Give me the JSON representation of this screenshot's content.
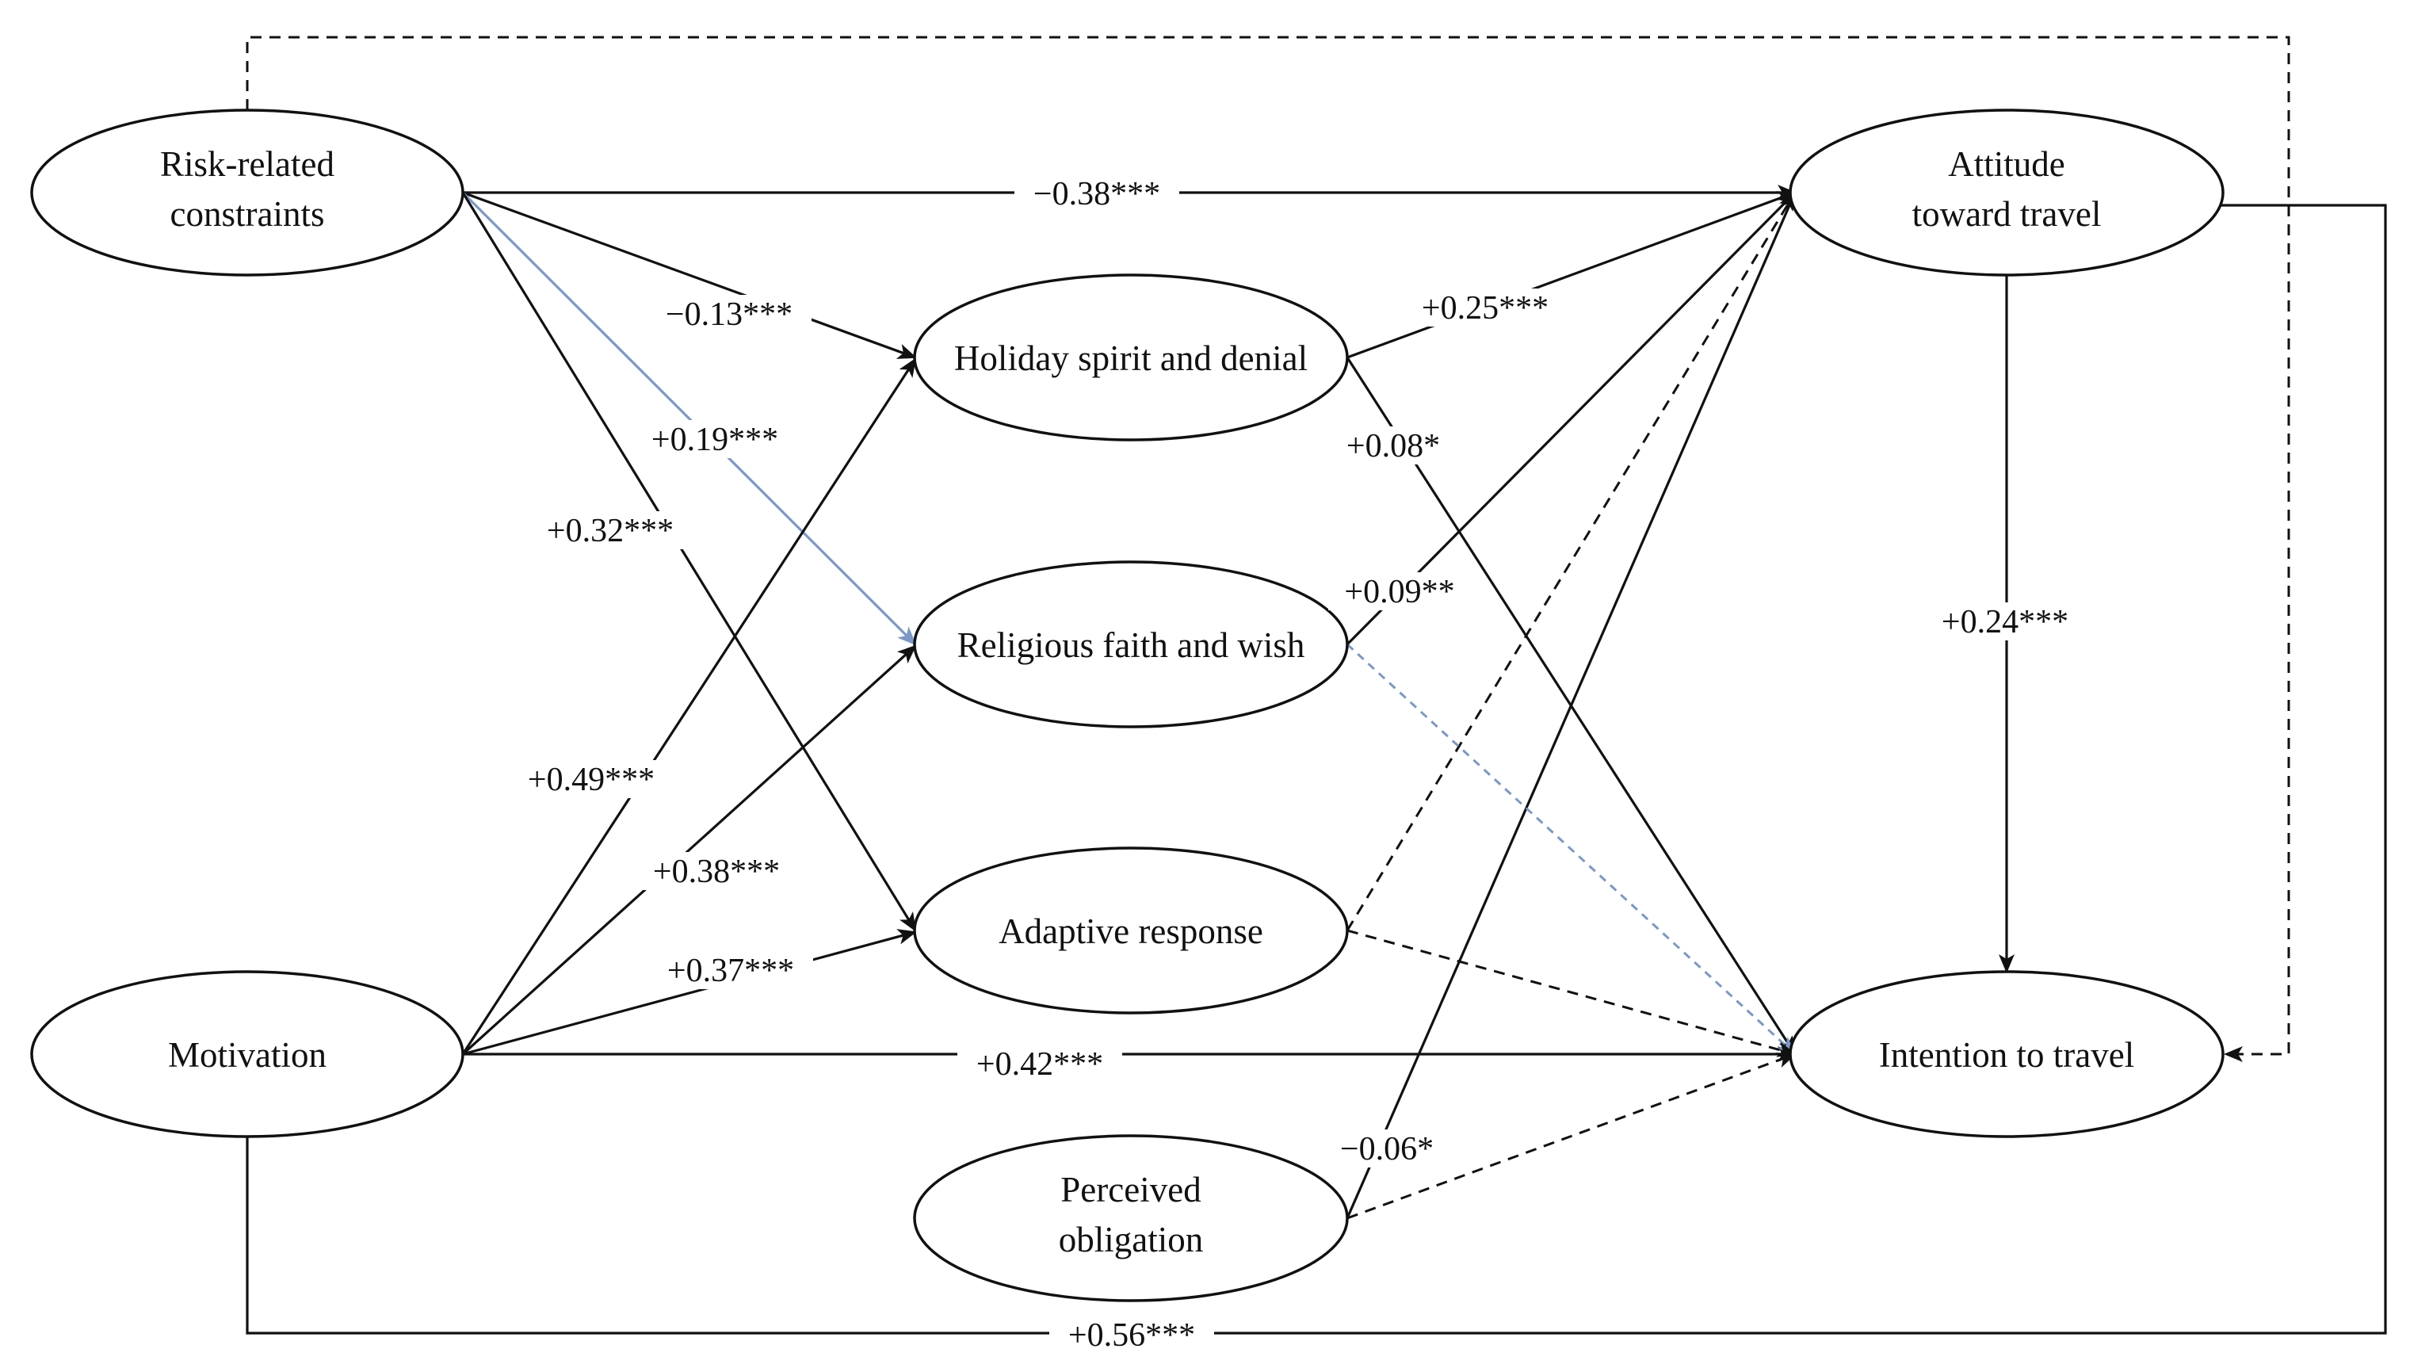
{
  "nodes": {
    "risk": {
      "lines": [
        "Risk-related",
        "constraints"
      ]
    },
    "motivation": {
      "lines": [
        "Motivation"
      ]
    },
    "holiday": {
      "lines": [
        "Holiday spirit and denial"
      ]
    },
    "religious": {
      "lines": [
        "Religious faith and wish"
      ]
    },
    "adaptive": {
      "lines": [
        "Adaptive response"
      ]
    },
    "obligation": {
      "lines": [
        "Perceived",
        "obligation"
      ]
    },
    "attitude": {
      "lines": [
        "Attitude",
        "toward travel"
      ]
    },
    "intention": {
      "lines": [
        "Intention to travel"
      ]
    }
  },
  "paths": {
    "risk_attitude": "−0.38***",
    "risk_holiday": "−0.13***",
    "risk_religious": "+0.19***",
    "risk_adaptive": "+0.32***",
    "motivation_holiday": "+0.49***",
    "motivation_religious": "+0.38***",
    "motivation_adaptive": "+0.37***",
    "motivation_intention": "+0.42***",
    "holiday_attitude": "+0.25***",
    "holiday_intention": "+0.08*",
    "religious_attitude": "+0.09**",
    "obligation_attitude": "−0.06*",
    "attitude_intention": "+0.24***",
    "motivation_attitude": "+0.56***"
  },
  "colors": {
    "line": "#111111",
    "highlight": "#7b98c8",
    "background": "#ffffff"
  }
}
